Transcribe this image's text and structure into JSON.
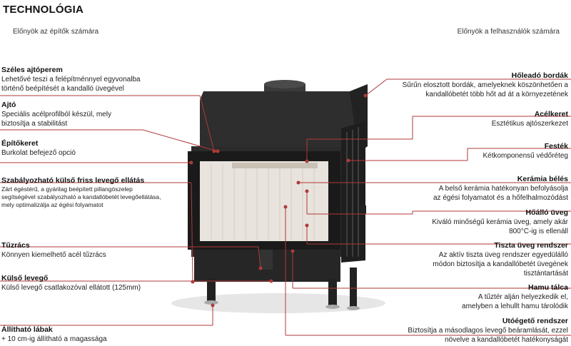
{
  "title": "TECHNOLÓGIA",
  "left_subheading": "Előnyök az építők számára",
  "right_subheading": "Előnyök a felhasználók számára",
  "left_features": [
    {
      "heading": "Széles ajtóperem",
      "lines": [
        "Lehetővé teszi a felépítménnyel egyvonalba",
        "történő beépítését a kandalló üvegével"
      ]
    },
    {
      "heading": "Ajtó",
      "lines": [
        "Speciális acélprofilból készül, mely",
        "biztosítja a stabilitást"
      ]
    },
    {
      "heading": "Építőkeret",
      "lines": [
        "Burkolat befejező opció"
      ]
    },
    {
      "heading": "Szabályozható külső friss levegő ellátás",
      "lines": [
        "Zárt égéstérű, a gyárilag beépített pillangószelep",
        "segítségével szabályozható a kandallóbetét levegőellátása,",
        "mely optimalizálja az égési folyamatot"
      ]
    },
    {
      "heading": "Tűzrács",
      "lines": [
        "Könnyen kiemelhető acél tűzrács"
      ]
    },
    {
      "heading": "Külső levegő",
      "lines": [
        "Külső levegő csatlakozóval ellátott (125mm)"
      ]
    },
    {
      "heading": "Állítható lábak",
      "lines": [
        "+ 10 cm-ig állítható a magassága"
      ]
    }
  ],
  "right_features": [
    {
      "heading": "Hőleadó bordák",
      "lines": [
        "Sűrűn elosztott bordák, amelyeknek köszönhetően a",
        "kandallóbetét több hőt ad át a környezetének"
      ]
    },
    {
      "heading": "Acélkeret",
      "lines": [
        "Esztétikus ajtószerkezet"
      ]
    },
    {
      "heading": "Festék",
      "lines": [
        "Kétkomponensű védőréteg"
      ]
    },
    {
      "heading": "Kerámia bélés",
      "lines": [
        "A belső kerámia hatékonyan befolyásolja",
        "az égési folyamatot és a hőfelhalmozódást"
      ]
    },
    {
      "heading": "Hőálló üveg",
      "lines": [
        "Kiváló minőségű kerámia üveg, amely akár",
        "800°C-ig is ellenáll"
      ]
    },
    {
      "heading": "Tiszta üveg rendszer",
      "lines": [
        "Az aktív tiszta üveg rendszer egyedülálló",
        "módon biztosítja a kandallóbetét üvegének",
        "tisztántartását"
      ]
    },
    {
      "heading": "Hamu tálca",
      "lines": [
        "A tűztér alján helyezkedik el,",
        "amelyben a lehullt hamu tárolódik"
      ]
    },
    {
      "heading": "Utóégető rendszer",
      "lines": [
        "Biztosítja a másodlagos levegő beáramlását, ezzel",
        "növelve a kandallóbetét hatékonyságát"
      ]
    }
  ],
  "colors": {
    "accent_line": "#b03a3a",
    "stove_body": "#2b2b2b",
    "stove_dark": "#1a1a1a",
    "firebox_tile": "#e8e3dc"
  }
}
